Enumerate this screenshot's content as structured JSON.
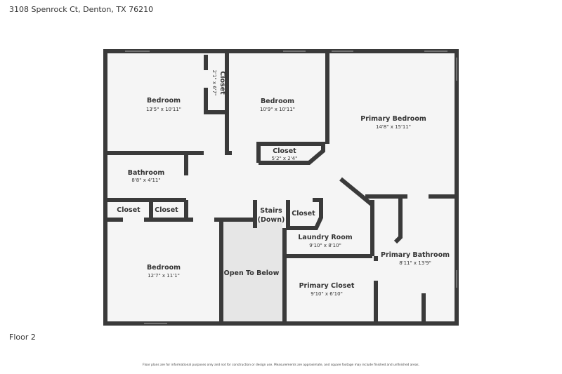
{
  "address": "3108 Spenrock Ct, Denton, TX 76210",
  "floor_label": "Floor 2",
  "disclaimer": "Floor plans are for informational purposes only and not for construction or design use. Measurements are approximate, and square footage may include finished and unfinished areas.",
  "colors": {
    "wall": "#3a3a3a",
    "floor": "#f5f5f5",
    "open_to_below": "#e6e6e6"
  },
  "rooms": [
    {
      "name": "Bedroom",
      "dims": "13'5\" x 10'11\""
    },
    {
      "name": "Closet",
      "dims": "2'1\" x 6'7\""
    },
    {
      "name": "Bedroom",
      "dims": "10'9\" x 10'11\""
    },
    {
      "name": "Primary Bedroom",
      "dims": "14'8\" x 15'11\""
    },
    {
      "name": "Closet",
      "dims": "5'2\" x 2'4\""
    },
    {
      "name": "Bathroom",
      "dims": "8'8\" x 4'11\""
    },
    {
      "name": "Closet",
      "dims": ""
    },
    {
      "name": "Closet",
      "dims": ""
    },
    {
      "name": "Stairs",
      "dims": "(Down)"
    },
    {
      "name": "Closet",
      "dims": ""
    },
    {
      "name": "Laundry Room",
      "dims": "9'10\" x 8'10\""
    },
    {
      "name": "Primary Bathroom",
      "dims": "8'11\" x 13'9\""
    },
    {
      "name": "Bedroom",
      "dims": "12'7\" x 11'1\""
    },
    {
      "name": "Open To Below",
      "dims": ""
    },
    {
      "name": "Primary Closet",
      "dims": "9'10\" x 6'10\""
    }
  ]
}
